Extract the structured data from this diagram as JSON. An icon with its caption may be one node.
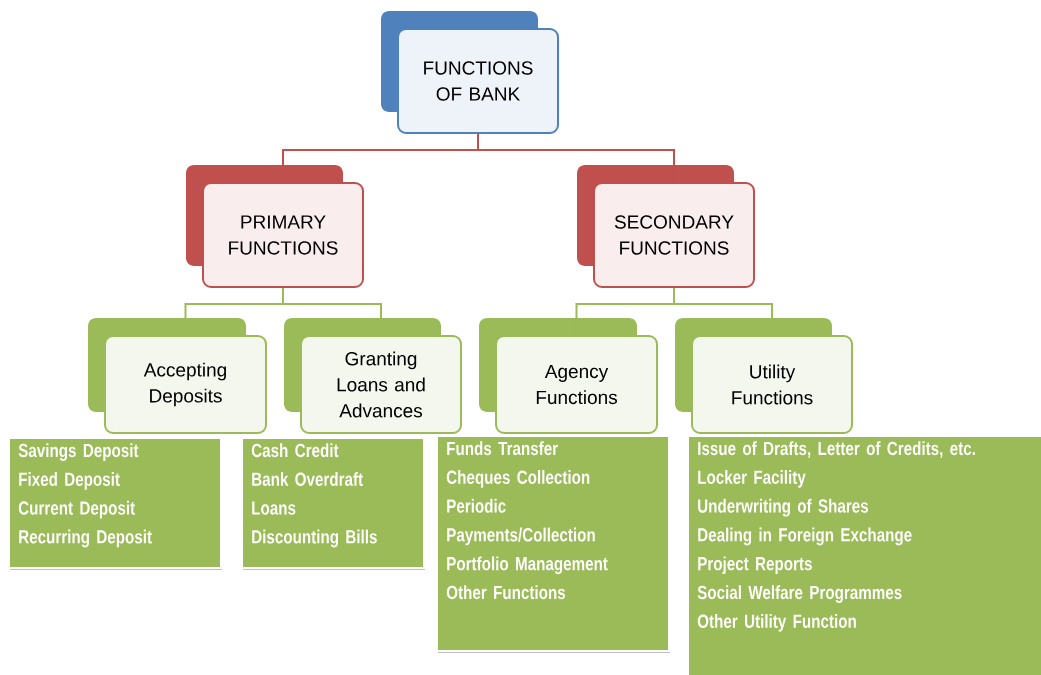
{
  "diagram": {
    "nodes": [
      {
        "text": [
          "FUNCTIONS OF BANK"
        ]
      },
      {
        "text": [
          "PRIMARY FUNCTIONS"
        ]
      },
      {
        "text": [
          "SECONDARY FUNCTIONS"
        ]
      },
      {
        "text": [
          "Accepting Deposits"
        ]
      },
      {
        "text": [
          "Granting Loans and Advances"
        ]
      },
      {
        "text": [
          "Agency Functions"
        ]
      },
      {
        "text": [
          "Utility Functions"
        ]
      },
      {
        "text": [
          "Savings Deposit",
          "Fixed Deposit",
          "Current Deposit",
          "Recurring Deposit"
        ]
      },
      {
        "text": [
          "Cash Credit",
          "Bank Overdraft",
          "Loans",
          "Discounting Bills"
        ]
      },
      {
        "text": [
          "Funds Transfer",
          "Cheques Collection",
          "Periodic Payments/Collection",
          "Portfolio Management",
          "Other Functions"
        ]
      },
      {
        "text": [
          "Issue of Drafts, Letter of Credits, etc.",
          "Locker Facility",
          "Underwriting of Shares",
          "Dealing in Foreign Exchange",
          "Project Reports",
          "Social Welfare Programmes",
          "Other Utility Function"
        ]
      }
    ],
    "edges": [
      {
        "from": 0,
        "to": 1,
        "arrow": "none",
        "color": "#c0504d"
      },
      {
        "from": 0,
        "to": 2,
        "arrow": "none",
        "color": "#c0504d"
      },
      {
        "from": 1,
        "to": 3,
        "arrow": "none"
      },
      {
        "from": 1,
        "to": 4,
        "arrow": "none"
      },
      {
        "from": 2,
        "to": 5,
        "arrow": "none"
      },
      {
        "from": 2,
        "to": 6,
        "arrow": "none"
      }
    ]
  }
}
